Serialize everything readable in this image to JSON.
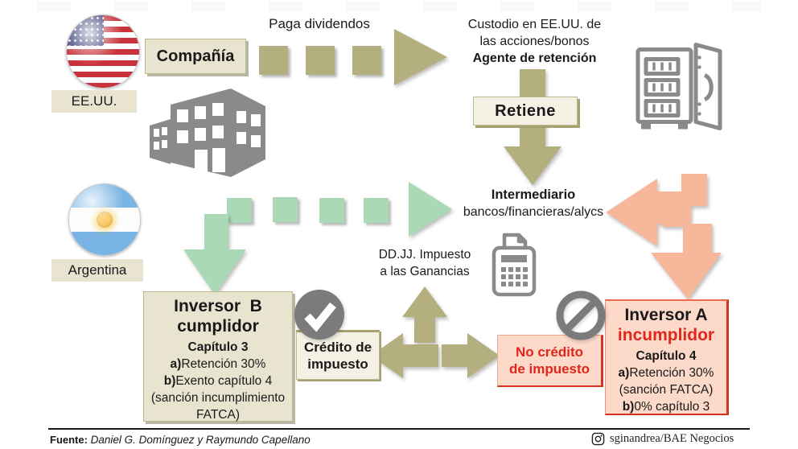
{
  "palette": {
    "khaki": "#b4af7e",
    "khaki-dark": "#a6a171",
    "mint": "#abd9b5",
    "salmon": "#f6b79b",
    "cream": "#f4f1e4",
    "beige": "#e9e4d0",
    "beige-border": "#bcb78c",
    "pink": "#fcd9c9",
    "red": "#e0271c",
    "red-deep": "#d2341f",
    "icon-gray": "#8a8a8a",
    "badge-gray": "#7b7b7b",
    "ink": "#1a1a1a"
  },
  "nodes": {
    "usa_flag_label": "EE.UU.",
    "company_label": "Compañía",
    "paga_dividendos": "Paga dividendos",
    "custodio_line1": "Custodio en EE.UU. de",
    "custodio_line2": "las acciones/bonos",
    "custodio_line3": "Agente de retención",
    "retiene": "Retiene",
    "intermediario_title": "Intermediario",
    "intermediario_sub": "bancos/financieras/alycs",
    "ddjj_line1": "DD.JJ. Impuesto",
    "ddjj_line2": "a las Ganancias",
    "argentina_flag_label": "Argentina",
    "inversor_b": {
      "title_line1": "Inversor  B",
      "title_line2": "cumplidor",
      "chapter": "Capítulo 3",
      "item_a_prefix": "a)",
      "item_a": "Retención 30%",
      "item_b_prefix": "b)",
      "item_b": "Exento capítulo 4",
      "note": "(sanción incumplimiento FATCA)"
    },
    "credito_line1": "Crédito de",
    "credito_line2": "impuesto",
    "no_credito_line1": "No crédito",
    "no_credito_line2": "de impuesto",
    "inversor_a": {
      "title_line1": "Inversor A",
      "title_line2": "incumplidor",
      "chapter": "Capítulo 4",
      "item_a_prefix": "a)",
      "item_a": "Retención 30%",
      "note": "(sanción FATCA)",
      "item_b_prefix": "b)",
      "item_b": "0% capítulo 3"
    }
  },
  "footer": {
    "source_label": "Fuente:",
    "source_names": "Daniel G. Domínguez y Raymundo Capellano",
    "credit": "sginandrea/BAE Negocios"
  }
}
